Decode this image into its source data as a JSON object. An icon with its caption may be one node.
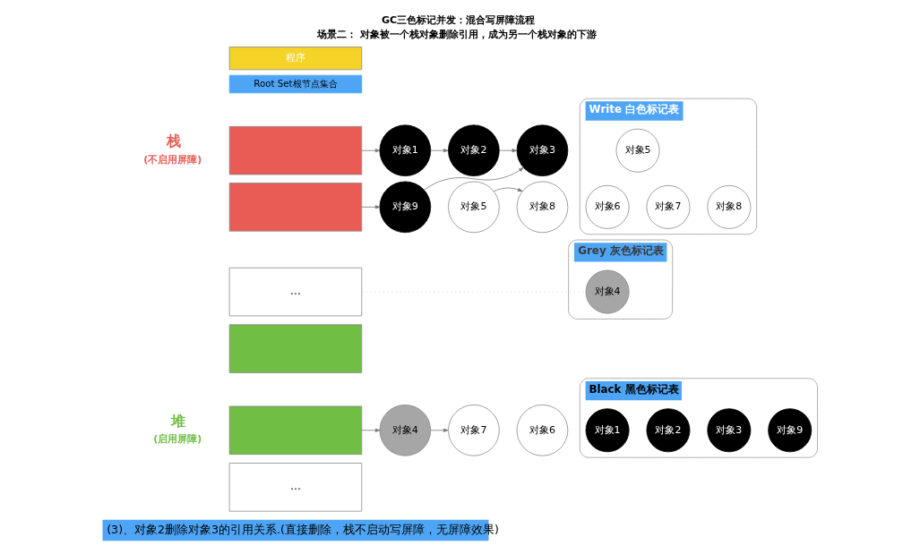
{
  "diagram": {
    "title": "GC三色标记并发：混合写屏障流程",
    "caption": "(3)、对象2删除对象3的引用关系.(直接删除，栈不启动写屏障，无屏障效果)",
    "nodes": [
      {
        "text": [
          "程序"
        ]
      },
      {
        "text": [
          "Root Set根节点集合"
        ]
      },
      {
        "text": [],
        "shape": "box"
      },
      {
        "text": [],
        "shape": "box"
      },
      {
        "text": [
          "..."
        ]
      },
      {
        "text": [],
        "shape": "box"
      },
      {
        "text": [],
        "shape": "box"
      },
      {
        "text": [
          "..."
        ]
      },
      {
        "text": [
          "栈",
          "(不启用屏障)"
        ]
      },
      {
        "text": [
          "对象1"
        ]
      },
      {
        "text": [
          "对象2"
        ]
      },
      {
        "text": [
          "对象3"
        ]
      },
      {
        "text": [
          "对象9"
        ]
      },
      {
        "text": [
          "对象5"
        ]
      },
      {
        "text": [
          "对象8"
        ]
      },
      {
        "text": [
          "对象4"
        ]
      },
      {
        "text": [
          "对象7"
        ]
      },
      {
        "text": [
          "对象6"
        ]
      },
      {
        "text": [
          "Write 白色标记表"
        ]
      },
      {
        "text": [
          "对象5"
        ],
        "in": 18
      },
      {
        "text": [
          "对象6"
        ],
        "in": 18
      },
      {
        "text": [
          "对象7"
        ],
        "in": 18
      },
      {
        "text": [
          "对象8"
        ],
        "in": 18
      },
      {
        "text": [
          "Grey 灰色标记表"
        ]
      },
      {
        "text": [
          "对象4"
        ],
        "in": 23
      },
      {
        "text": [
          "Black 黑色标记表"
        ]
      },
      {
        "text": [
          "对象1"
        ],
        "in": 25
      },
      {
        "text": [
          "对象2"
        ],
        "in": 25
      },
      {
        "text": [
          "对象3"
        ],
        "in": 25
      },
      {
        "text": [
          "对象9"
        ],
        "in": 25
      },
      {
        "text": [
          "堆",
          "(启用屏障)"
        ]
      }
    ],
    "edges": [
      {
        "from": 2,
        "to": 9,
        "arrow": "to"
      },
      {
        "from": 9,
        "to": 10,
        "arrow": "to"
      },
      {
        "from": 10,
        "to": 11,
        "arrow": "to"
      },
      {
        "from": 3,
        "to": 12,
        "arrow": "to"
      },
      {
        "from": 12,
        "to": 11,
        "arrow": "to"
      },
      {
        "from": 13,
        "to": 14,
        "arrow": "to"
      },
      {
        "from": 6,
        "to": 15,
        "arrow": "to"
      },
      {
        "from": 15,
        "to": 16,
        "arrow": "to"
      },
      {
        "from": 4,
        "to": 24,
        "arrow": "none",
        "style": "dashed",
        "color": "#bbbbbb"
      }
    ],
    "labels": [
      "场景二： 对象被一个栈对象删除引用，成为另一个栈对象的下游"
    ]
  }
}
